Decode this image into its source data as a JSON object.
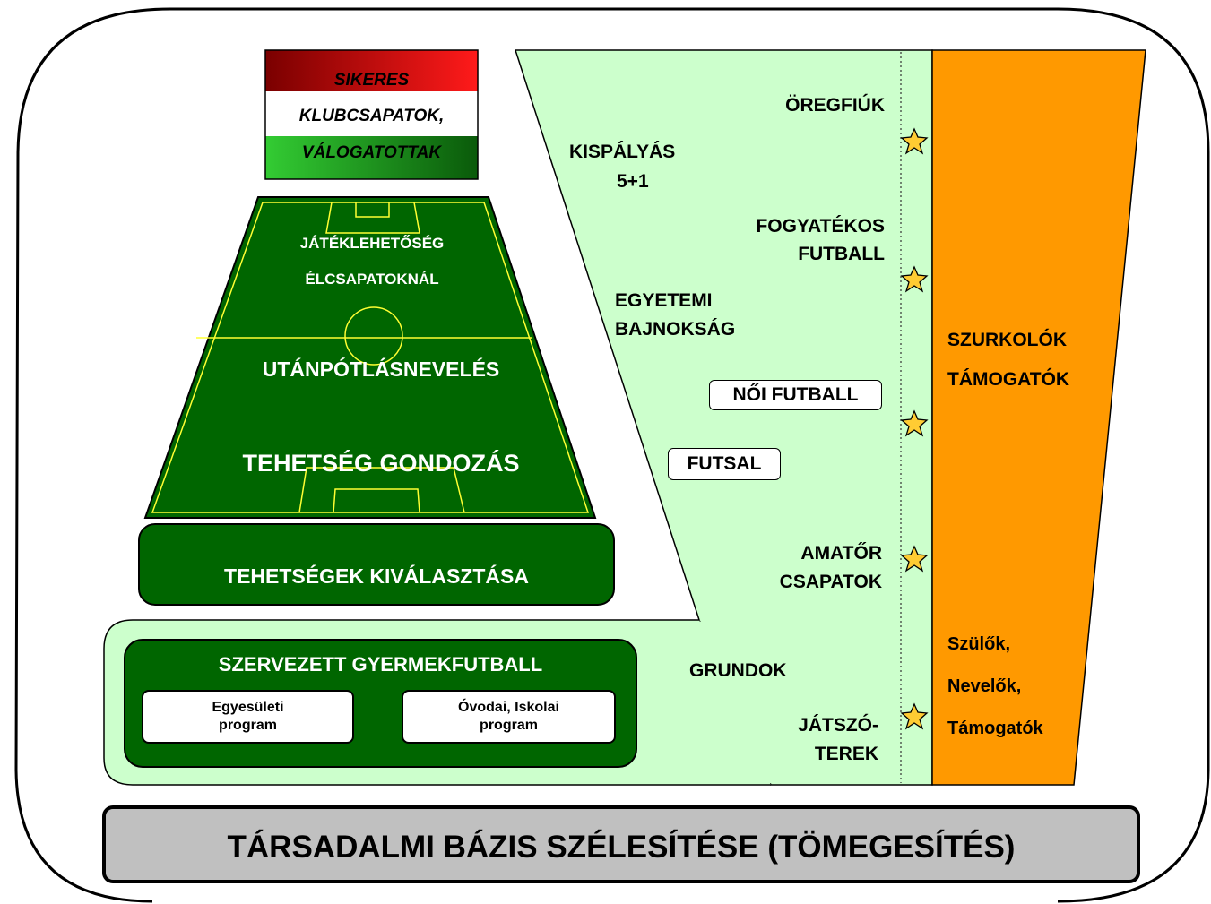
{
  "flag": {
    "line1": "SIKERES",
    "line2": "KLUBCSAPATOK,",
    "line3": "VÁLOGATOTTAK",
    "colors": [
      "#e00000",
      "#ffffff",
      "#1aa01a"
    ]
  },
  "pyramid": {
    "field_top_line1": "JÁTÉKLEHETŐSÉG",
    "field_top_line2": "ÉLCSAPATOKNÁL",
    "field_mid": "UTÁNPÓTLÁSNEVELÉS",
    "field_bottom": "TEHETSÉG GONDOZÁS",
    "selection": "TEHETSÉGEK KIVÁLASZTÁSA",
    "base_title": "SZERVEZETT GYERMEKFUTBALL",
    "program_left_line1": "Egyesületi",
    "program_left_line2": "program",
    "program_right_line1": "Óvodai, Iskolai",
    "program_right_line2": "program",
    "green": "#006600"
  },
  "wedge": {
    "oregfiuk": "ÖREGFIÚK",
    "kispalyas_line1": "KISPÁLYÁS",
    "kispalyas_line2": "5+1",
    "fogyatekos_line1": "FOGYATÉKOS",
    "fogyatekos_line2": "FUTBALL",
    "egyetemi_line1": "EGYETEMI",
    "egyetemi_line2": "BAJNOKSÁG",
    "noi": "NŐI FUTBALL",
    "futsal": "FUTSAL",
    "amator_line1": "AMATŐR",
    "amator_line2": "CSAPATOK",
    "grundok": "GRUNDOK",
    "jatszo_line1": "JÁTSZÓ-",
    "jatszo_line2": "TEREK",
    "color": "#ccffcc",
    "star_icon": "star-icon"
  },
  "supporters": {
    "line1": "SZURKOLÓK",
    "line2": "TÁMOGATÓK",
    "parents_line1": "Szülők,",
    "parents_line2": "Nevelők,",
    "parents_line3": "Támogatók",
    "color": "#ff9900"
  },
  "banner": {
    "text": "TÁRSADALMI BÁZIS SZÉLESÍTÉSE (TÖMEGESÍTÉS)",
    "color": "#c0c0c0"
  }
}
